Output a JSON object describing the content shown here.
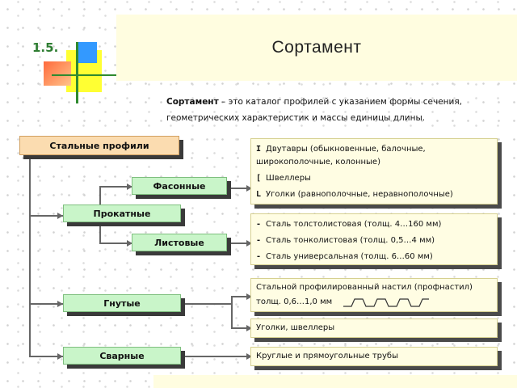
{
  "header": {
    "section_number": "1.5.",
    "title": "Сортамент"
  },
  "intro": {
    "term": "Сортамент",
    "definition": " – это каталог профилей с указанием формы сечения,",
    "definition_cont": "геометрических характеристик и массы единицы длины."
  },
  "diagram": {
    "root": "Стальные профили",
    "categories": {
      "rolled": "Прокатные",
      "shaped": "Фасонные",
      "sheet": "Листовые",
      "bent": "Гнутые",
      "welded": "Сварные"
    },
    "shaped_items": [
      {
        "marker": "I",
        "text": "Двутавры (обыкновенные, балочные,"
      },
      {
        "marker": "",
        "text": "широкополочные, колонные)"
      },
      {
        "marker": "[",
        "text": "Швеллеры"
      },
      {
        "marker": "L",
        "text": "Уголки (равнополочные, неравнополочные)"
      }
    ],
    "sheet_items": [
      {
        "marker": "-",
        "text": "Сталь толстолистовая (толщ. 4…160 мм)"
      },
      {
        "marker": "-",
        "text": "Сталь тонколистовая (толщ. 0,5…4 мм)"
      },
      {
        "marker": "-",
        "text": "Сталь универсальная (толщ. 6…60 мм)"
      }
    ],
    "bent_items": {
      "decking_line1": "Стальной профилированный настил (профнастил)",
      "decking_line2": "толщ. 0,6…1,0 мм",
      "angles": "Уголки, швеллеры"
    },
    "welded_items": {
      "tubes": "Круглые и прямоугольные трубы"
    }
  }
}
